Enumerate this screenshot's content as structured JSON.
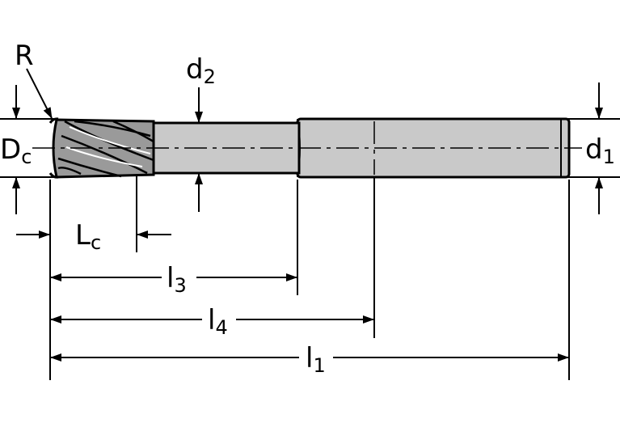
{
  "labels": {
    "radius": {
      "main": "R"
    },
    "d2": {
      "main": "d",
      "sub": "2"
    },
    "dc": {
      "main": "D",
      "sub": "c"
    },
    "d1": {
      "main": "d",
      "sub": "1"
    },
    "lc": {
      "main": "L",
      "sub": "c"
    },
    "l3": {
      "main": "l",
      "sub": "3"
    },
    "l4": {
      "main": "l",
      "sub": "4"
    },
    "l1": {
      "main": "l",
      "sub": "1"
    }
  },
  "colors": {
    "line": "#000000",
    "body_fill": "#c9c9c9",
    "flute_fill": "#9a9a9a",
    "background": "#ffffff"
  }
}
